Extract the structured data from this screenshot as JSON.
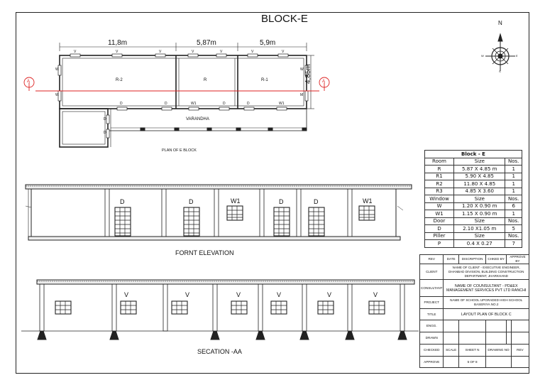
{
  "sheet_title": "BLOCK-E",
  "plan": {
    "dims": [
      "11,8m",
      "5,87m",
      "5,9m"
    ],
    "depth_dim": "4,85m",
    "section_marker": "A",
    "rooms": [
      "R-2",
      "R",
      "R-1"
    ],
    "varandha": "VARANDHA",
    "caption": "PLAN OF E BLOCK",
    "v": "V",
    "w": "W",
    "d": "D",
    "w1": "W1",
    "m": "M",
    "compass": {
      "n": "N",
      "s": "S",
      "e": "E",
      "w": "W"
    }
  },
  "front_elevation": {
    "caption": "FORNT ELEVATION",
    "labels": [
      "D",
      "D",
      "W1",
      "D",
      "D",
      "W1"
    ]
  },
  "section": {
    "caption": "SECATION -AA",
    "labels": [
      "V",
      "V",
      "V",
      "V",
      "V",
      "V"
    ]
  },
  "spec_table": {
    "title": "Block - E",
    "rows": [
      [
        "Room",
        "Size",
        "Nos."
      ],
      [
        "R",
        "5.87 X 4.85 m",
        "1"
      ],
      [
        "R1",
        "5.90 X 4.85",
        "1"
      ],
      [
        "R2",
        "11.80 X 4.85",
        "1"
      ],
      [
        "R3",
        "4.85 X 3.60",
        "1"
      ],
      [
        "Window",
        "Size",
        "Nos."
      ],
      [
        "W",
        "1.20 X 0.90 m",
        "6"
      ],
      [
        "W1",
        "1.15 X 0.90 m",
        "1"
      ],
      [
        "Door",
        "Size",
        "Nos."
      ],
      [
        "D",
        "2.10 X1.05 m",
        "5"
      ],
      [
        "Piller",
        "Size",
        "Nos."
      ],
      [
        "P",
        "0.4 X 0.27",
        "7"
      ]
    ]
  },
  "title_block": {
    "header": [
      "REV",
      "DATE",
      "DISCRIPTION",
      "CHKED BY",
      "APPROVE BY"
    ],
    "client_label": "CLIENT",
    "client_value": "NAME OF CLIENT - EXECUTIVE ENGINEER, DHANBAD DIVISION, BUILDING CONSTRUCTION DEPARTMENT, JHARKHAND",
    "consultant_label": "CONSULTANT",
    "consultant_value": "NAME OF COUNSULTANT - PD&EX MANAGEMENT SERVICES PVT LTD RANCHI",
    "project_label": "PROJECT",
    "project_value": "NAME OF SCHOOL UPGRADED HIGH SCHOOL BASERIYA NO.2",
    "title_label": "TITLE",
    "title_value": "LAYOUT PLAN OF BLOCK C",
    "engg_label": "ENGG.",
    "drawn_label": "DRAWN",
    "checked_label": "CHECKED",
    "scale_label": "SCALE",
    "sheet_label": "SHEET N",
    "drawing_no_label": "DRAWING NO",
    "rev_label": "REV",
    "approve_label": "APPROVE",
    "sheet_value": "5 OF 8"
  }
}
